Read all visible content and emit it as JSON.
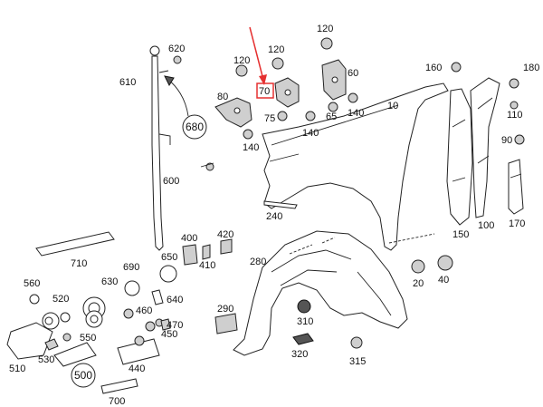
{
  "highlight_color": "#e53030",
  "highlighted_part": "70",
  "labels": {
    "p10": "10",
    "p20": "20",
    "p40": "40",
    "p60": "60",
    "p65": "65",
    "p70": "70",
    "p75": "75",
    "p80": "80",
    "p90": "90",
    "p100": "100",
    "p110": "110",
    "p120a": "120",
    "p120b": "120",
    "p120c": "120",
    "p140a": "140",
    "p140b": "140",
    "p140c": "140",
    "p150": "150",
    "p160": "160",
    "p170": "170",
    "p180": "180",
    "p240": "240",
    "p280": "280",
    "p290": "290",
    "p310": "310",
    "p315": "315",
    "p320": "320",
    "p400": "400",
    "p410": "410",
    "p420": "420",
    "p440": "440",
    "p450": "450",
    "p460": "460",
    "p470": "470",
    "p500": "500",
    "p510": "510",
    "p520": "520",
    "p530": "530",
    "p550": "550",
    "p560": "560",
    "p600": "600",
    "p610": "610",
    "p620": "620",
    "p630": "630",
    "p640": "640",
    "p650": "650",
    "p680": "680",
    "p690": "690",
    "p700": "700",
    "p710": "710"
  }
}
